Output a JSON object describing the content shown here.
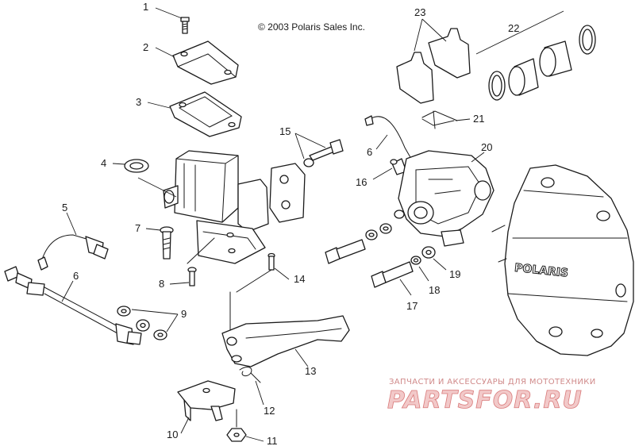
{
  "copyright": "© 2003 Polaris Sales Inc.",
  "callouts": {
    "c1": "1",
    "c2": "2",
    "c3": "3",
    "c4": "4",
    "c5": "5",
    "c6a": "6",
    "c6b": "6",
    "c7": "7",
    "c8": "8",
    "c9": "9",
    "c10": "10",
    "c11": "11",
    "c12": "12",
    "c13": "13",
    "c14": "14",
    "c15": "15",
    "c16": "16",
    "c17": "17",
    "c18": "18",
    "c19": "19",
    "c20": "20",
    "c21": "21",
    "c22": "22",
    "c23": "23"
  },
  "cover_logo": "POLARIS",
  "watermark": {
    "line1": "ЗАПЧАСТИ И АКСЕССУАРЫ ДЛЯ МОТОТЕХНИКИ",
    "line2": "PARTSFOR.RU"
  }
}
